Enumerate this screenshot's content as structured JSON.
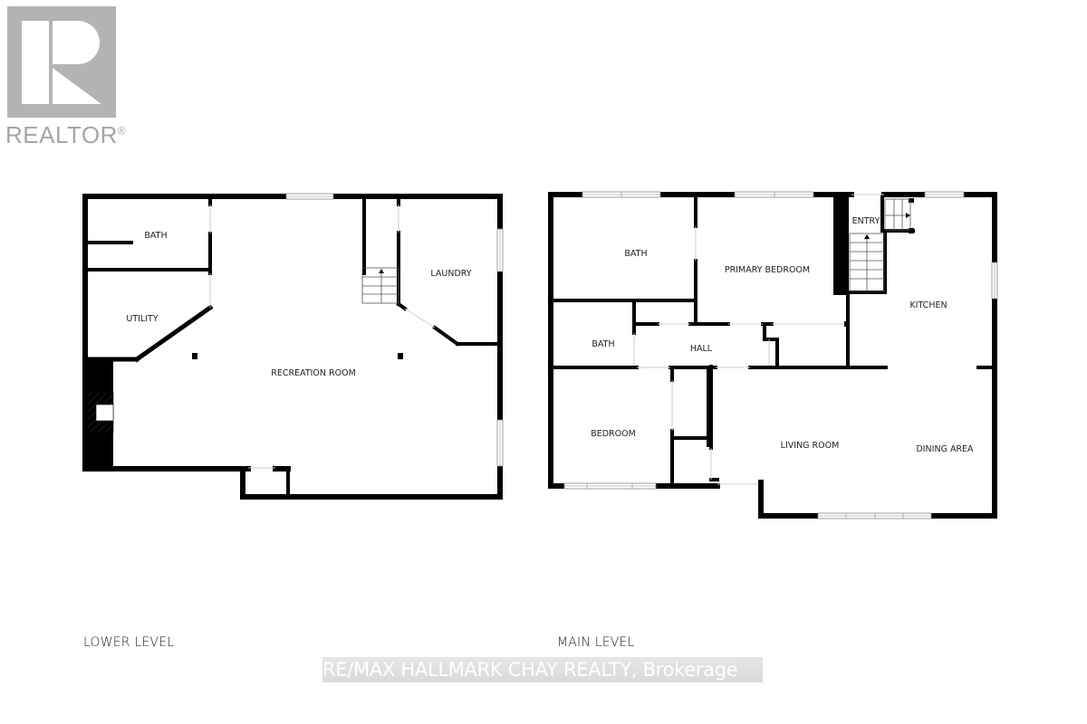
{
  "logo": {
    "text": "REALTOR",
    "registered": "®",
    "color": "#b3b3b3"
  },
  "lower_level": {
    "label": "LOWER LEVEL",
    "rooms": {
      "bath": "BATH",
      "utility": "UTILITY",
      "laundry": "LAUNDRY",
      "recreation_room": "RECREATION ROOM"
    }
  },
  "main_level": {
    "label": "MAIN LEVEL",
    "rooms": {
      "bath_1": "BATH",
      "primary_bedroom": "PRIMARY BEDROOM",
      "entry": "ENTRY",
      "kitchen": "KITCHEN",
      "bath_2": "BATH",
      "hall": "HALL",
      "bedroom": "BEDROOM",
      "living_room": "LIVING ROOM",
      "dining_area": "DINING AREA"
    }
  },
  "watermark": {
    "text": "RE/MAX HALLMARK CHAY REALTY, Brokerage"
  },
  "colors": {
    "wall": "#000000",
    "window": "#ffffff",
    "background": "#ffffff"
  }
}
